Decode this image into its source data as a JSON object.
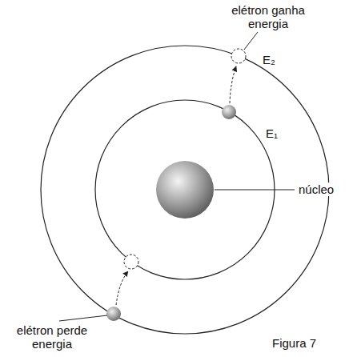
{
  "diagram": {
    "caption": "Figura 7",
    "labels": [
      "elétron ganha energia",
      "E₂",
      "E₁",
      "núcleo",
      "elétron perde energia"
    ]
  }
}
